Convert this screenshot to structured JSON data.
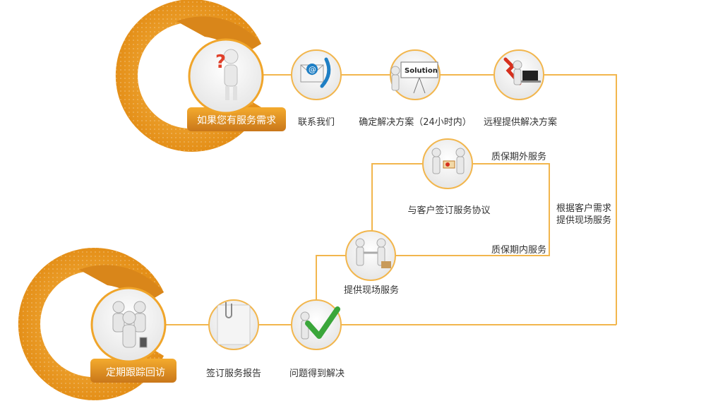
{
  "colors": {
    "orange": "#ef9d1f",
    "orange_dark": "#d9861a",
    "orange_light": "#f7b84a",
    "line": "#f2b64d",
    "icon_bg": "#f2f2f2",
    "check_green": "#3aa63a",
    "red": "#e0402a"
  },
  "nodes": {
    "start": {
      "label": "如果您有服务需求",
      "icon": "question-person-icon"
    },
    "contact": {
      "label": "联系我们",
      "icon": "email-phone-icon"
    },
    "solution": {
      "label": "确定解决方案（24小时内）",
      "icon": "solution-board-icon",
      "board_text": "Solution"
    },
    "remote": {
      "label": "远程提供解决方案",
      "icon": "tool-laptop-icon"
    },
    "contract": {
      "label": "与客户签订服务协议",
      "icon": "signing-people-icon"
    },
    "onsite": {
      "label": "提供现场服务",
      "icon": "handshake-icon"
    },
    "resolved": {
      "label": "问题得到解决",
      "icon": "checkmark-person-icon"
    },
    "report": {
      "label": "签订服务报告",
      "icon": "paper-clip-note-icon"
    },
    "followup": {
      "label": "定期跟踪回访",
      "icon": "team-people-icon"
    }
  },
  "edge_labels": {
    "outside_warranty": "质保期外服务",
    "inside_warranty": "质保期内服务",
    "per_need": "根据客户需求\n提供现场服务"
  }
}
